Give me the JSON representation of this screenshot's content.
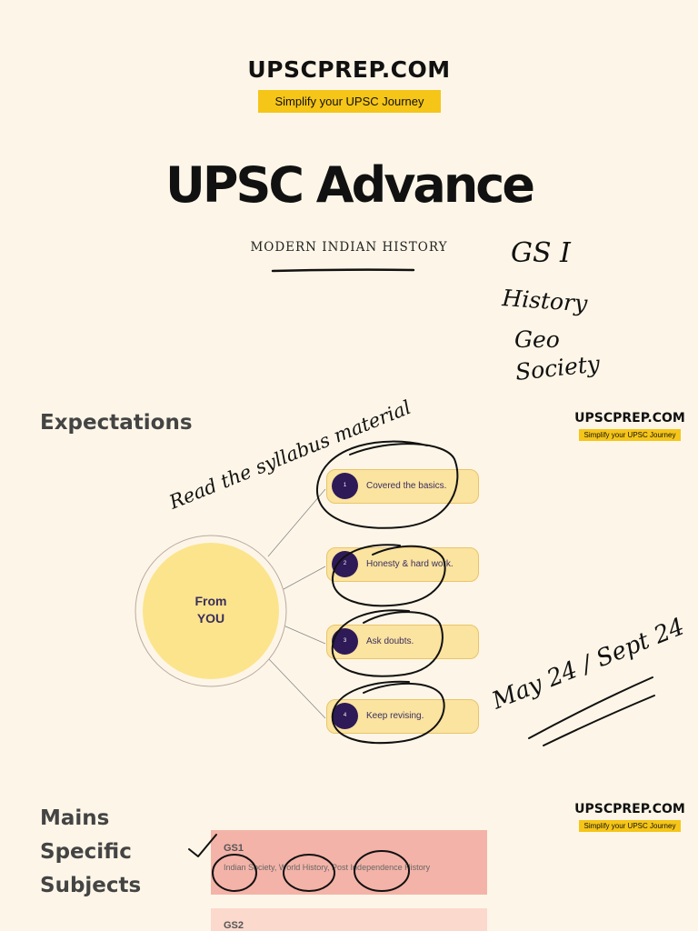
{
  "header": {
    "brand": "UPSCPREP.COM",
    "tagline": "Simplify your UPSC Journey"
  },
  "title": "UPSC Advance",
  "subtitle": "MODERN INDIAN HISTORY",
  "expectations": {
    "heading": "Expectations",
    "center_label_1": "From",
    "center_label_2": "YOU",
    "items": [
      {
        "num": "1",
        "text": "Covered the basics."
      },
      {
        "num": "2",
        "text": "Honesty & hard work."
      },
      {
        "num": "3",
        "text": "Ask doubts."
      },
      {
        "num": "4",
        "text": "Keep revising."
      }
    ]
  },
  "mains": {
    "heading_1": "Mains",
    "heading_2": "Specific",
    "heading_3": "Subjects",
    "gs1": {
      "title": "GS1",
      "subjects": "Indian Society, World History, Post Independence History"
    },
    "gs2": {
      "title": "GS2"
    }
  },
  "handwriting": {
    "gs1_list": [
      "GS I",
      "History",
      "Geo",
      "Society"
    ],
    "note": "Read the syllabus material",
    "dates": "May 24 / Sept 24"
  },
  "colors": {
    "background": "#fdf6e8",
    "accent_yellow": "#f5c518",
    "pill_fill": "#fbe3a0",
    "number_circle": "#2e1a57",
    "center_circle": "#fce48c",
    "gs1_box": "#f4b3a8",
    "gs2_box": "#fbd9cc"
  }
}
